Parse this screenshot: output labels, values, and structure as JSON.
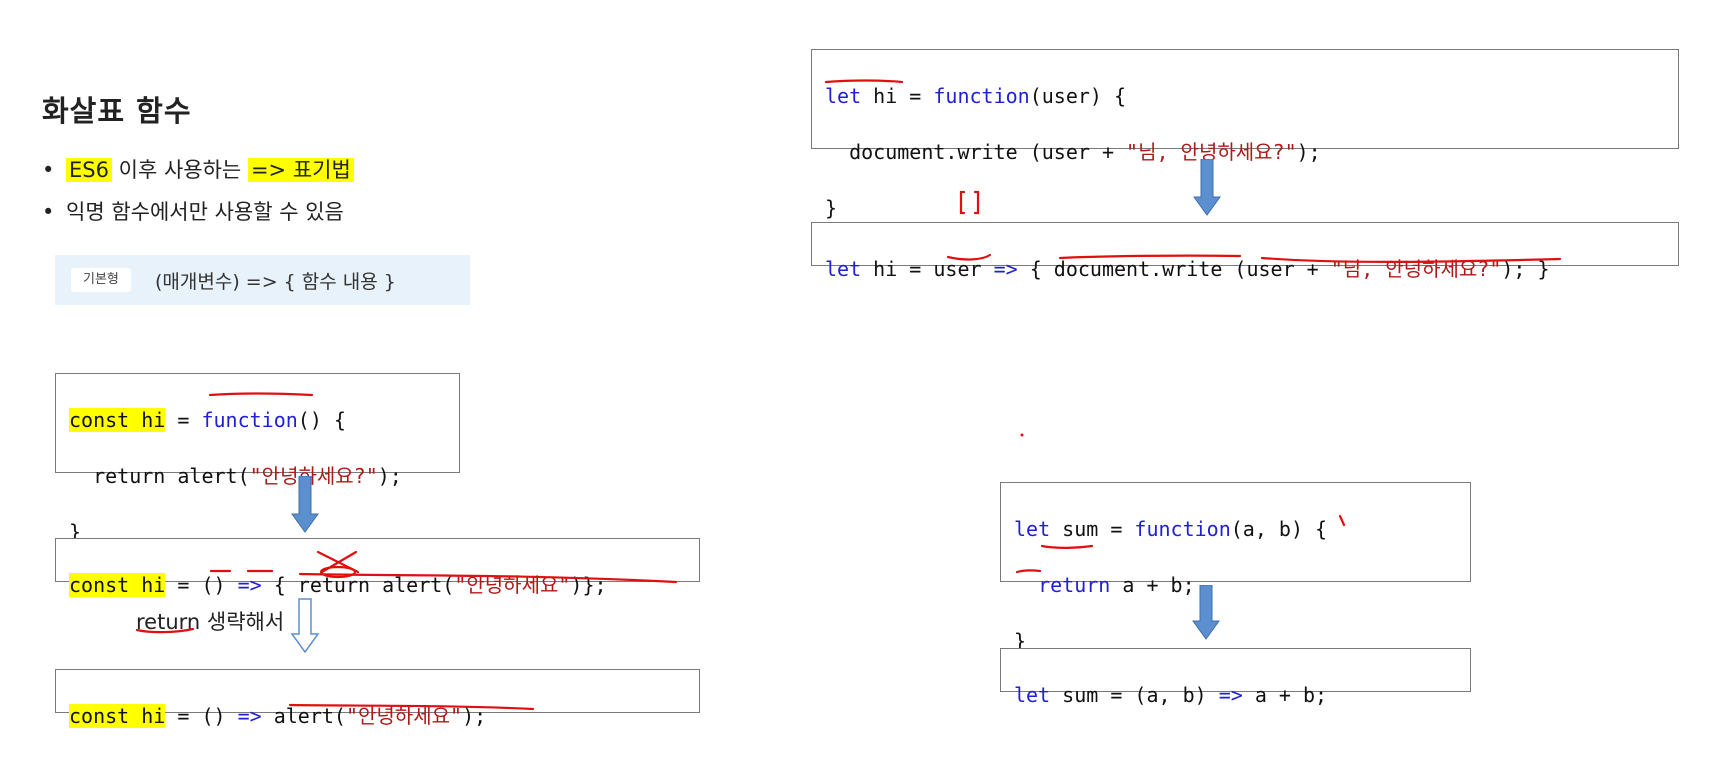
{
  "title": "화살표 함수",
  "bullets": [
    {
      "parts": [
        "ES6",
        "이후 사용하는",
        "=> 표기법"
      ]
    },
    {
      "text": "익명 함수에서만 사용할 수 있음"
    }
  ],
  "basic_form": {
    "tag": "기본형",
    "syntax": "(매개변수) => { 함수 내용 }"
  },
  "left_code": {
    "block1": {
      "line1": {
        "a": "const hi",
        "b": " = ",
        "c": "function",
        "d": "() {"
      },
      "line2": {
        "a": "  return alert(",
        "b": "\"안녕하세요?\"",
        "c": ");"
      },
      "line3": "}"
    },
    "block2": {
      "a": "const hi",
      "b": " = () ",
      "c": "=>",
      "d": " { return alert(",
      "e": "\"안녕하세요\"",
      "f": ")};"
    },
    "note": "return 생략해서",
    "block3": {
      "a": "const hi",
      "b": " = () ",
      "c": "=>",
      "d": " alert(",
      "e": "\"안녕하세요\"",
      "f": ");"
    }
  },
  "right_code": {
    "block1": {
      "line1": {
        "a": "let",
        "b": " hi = ",
        "c": "function",
        "d": "(user) {"
      },
      "line2": {
        "a": "  document.write (user + ",
        "b": "\"님, 안녕하세요?\"",
        "c": ");"
      },
      "line3": "}"
    },
    "block2": {
      "a": "let",
      "b": " hi = user ",
      "c": "=>",
      "d": " { document.write (user + ",
      "e": "\"님, 안녕하세요?\"",
      "f": "); }"
    },
    "block3": {
      "line1": {
        "a": "let",
        "b": " sum = ",
        "c": "function",
        "d": "(a, b) {"
      },
      "line2": {
        "a": "  ",
        "b": "return",
        "c": " a + b;"
      },
      "line3": "}"
    },
    "block4": {
      "a": "let",
      "b": " sum = (a, b) ",
      "c": "=>",
      "d": " a + b;"
    }
  },
  "colors": {
    "keyword": "#1f1fd6",
    "string": "#b01919",
    "highlight": "#ffff00",
    "arrow": "#5b8fd0",
    "annotation": "#e01010"
  }
}
